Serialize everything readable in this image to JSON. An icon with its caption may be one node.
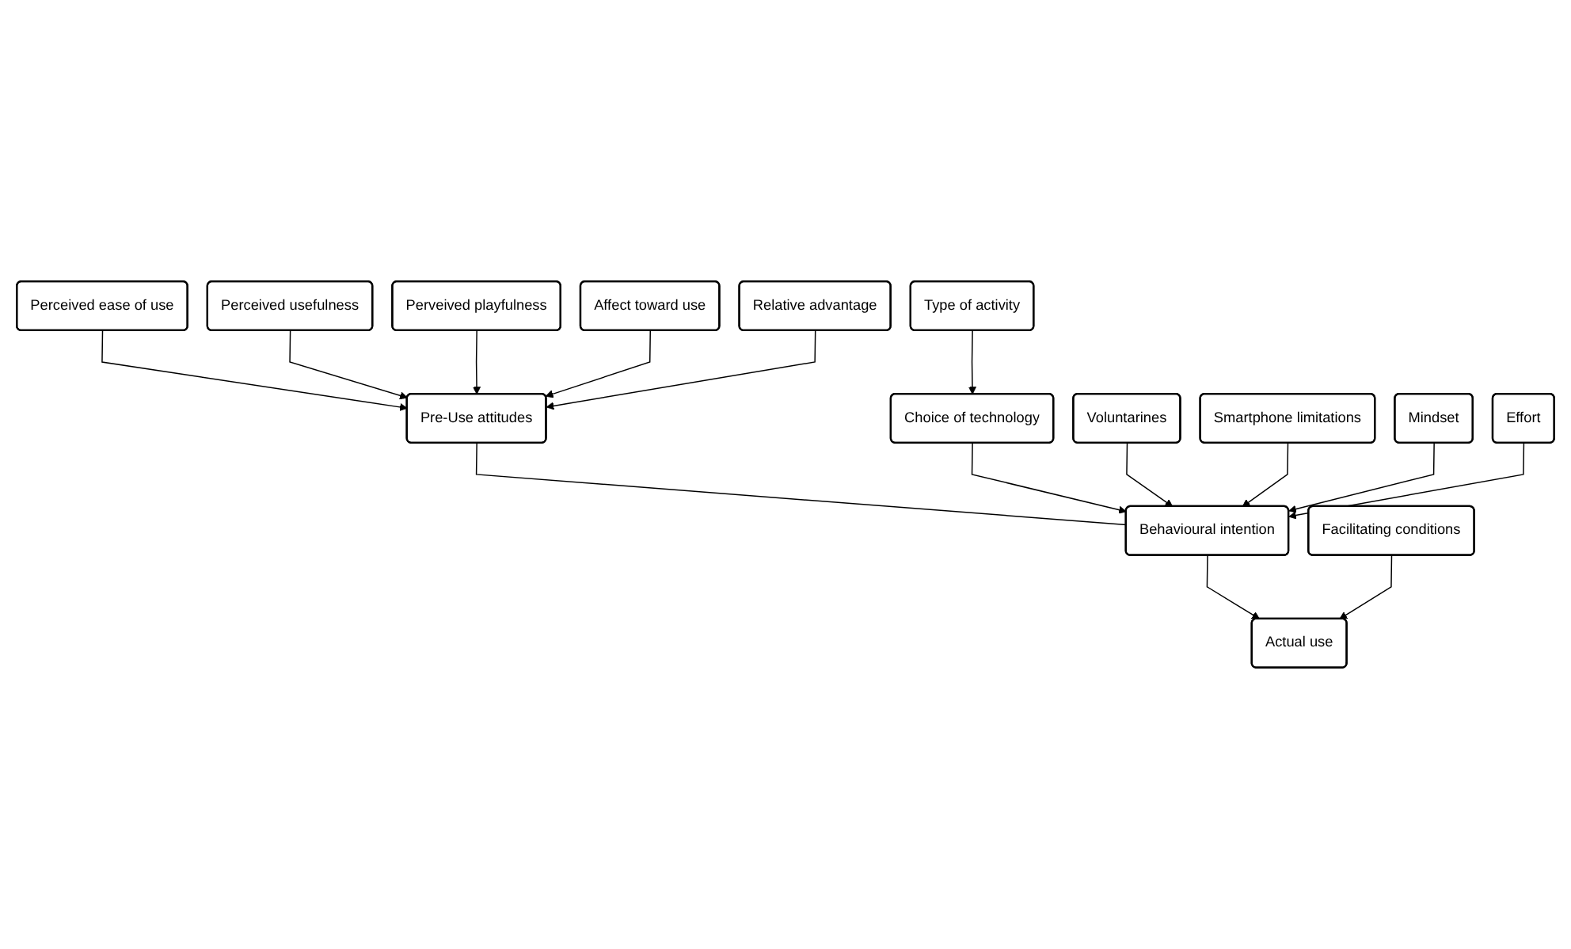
{
  "diagram": {
    "nodes": [
      {
        "text": [
          "Perceived ease of use"
        ]
      },
      {
        "text": [
          "Perceived usefulness"
        ]
      },
      {
        "text": [
          "Perveived playfulness"
        ]
      },
      {
        "text": [
          "Affect toward use"
        ]
      },
      {
        "text": [
          "Relative advantage"
        ]
      },
      {
        "text": [
          "Pre-Use attitudes"
        ]
      },
      {
        "text": [
          "Type of activity"
        ]
      },
      {
        "text": [
          "Choice of technology"
        ]
      },
      {
        "text": [
          "Voluntarines"
        ]
      },
      {
        "text": [
          "Smartphone limitations"
        ]
      },
      {
        "text": [
          "Mindset"
        ]
      },
      {
        "text": [
          "Effort"
        ]
      },
      {
        "text": [
          "Behavioural intention"
        ]
      },
      {
        "text": [
          "Actual use"
        ]
      },
      {
        "text": [
          "Facilitating conditions"
        ]
      }
    ],
    "edges": [
      {
        "from": 0,
        "to": 5,
        "arrow": "to"
      },
      {
        "from": 1,
        "to": 5,
        "arrow": "to"
      },
      {
        "from": 2,
        "to": 5,
        "arrow": "to"
      },
      {
        "from": 3,
        "to": 5,
        "arrow": "to"
      },
      {
        "from": 4,
        "to": 5,
        "arrow": "to"
      },
      {
        "from": 5,
        "to": 12,
        "arrow": "none"
      },
      {
        "from": 6,
        "to": 7,
        "arrow": "to"
      },
      {
        "from": 7,
        "to": 12,
        "arrow": "to"
      },
      {
        "from": 8,
        "to": 12,
        "arrow": "to"
      },
      {
        "from": 9,
        "to": 12,
        "arrow": "to"
      },
      {
        "from": 10,
        "to": 12,
        "arrow": "to"
      },
      {
        "from": 11,
        "to": 12,
        "arrow": "to"
      },
      {
        "from": 12,
        "to": 13,
        "arrow": "to"
      },
      {
        "from": 14,
        "to": 13,
        "arrow": "to"
      }
    ]
  }
}
